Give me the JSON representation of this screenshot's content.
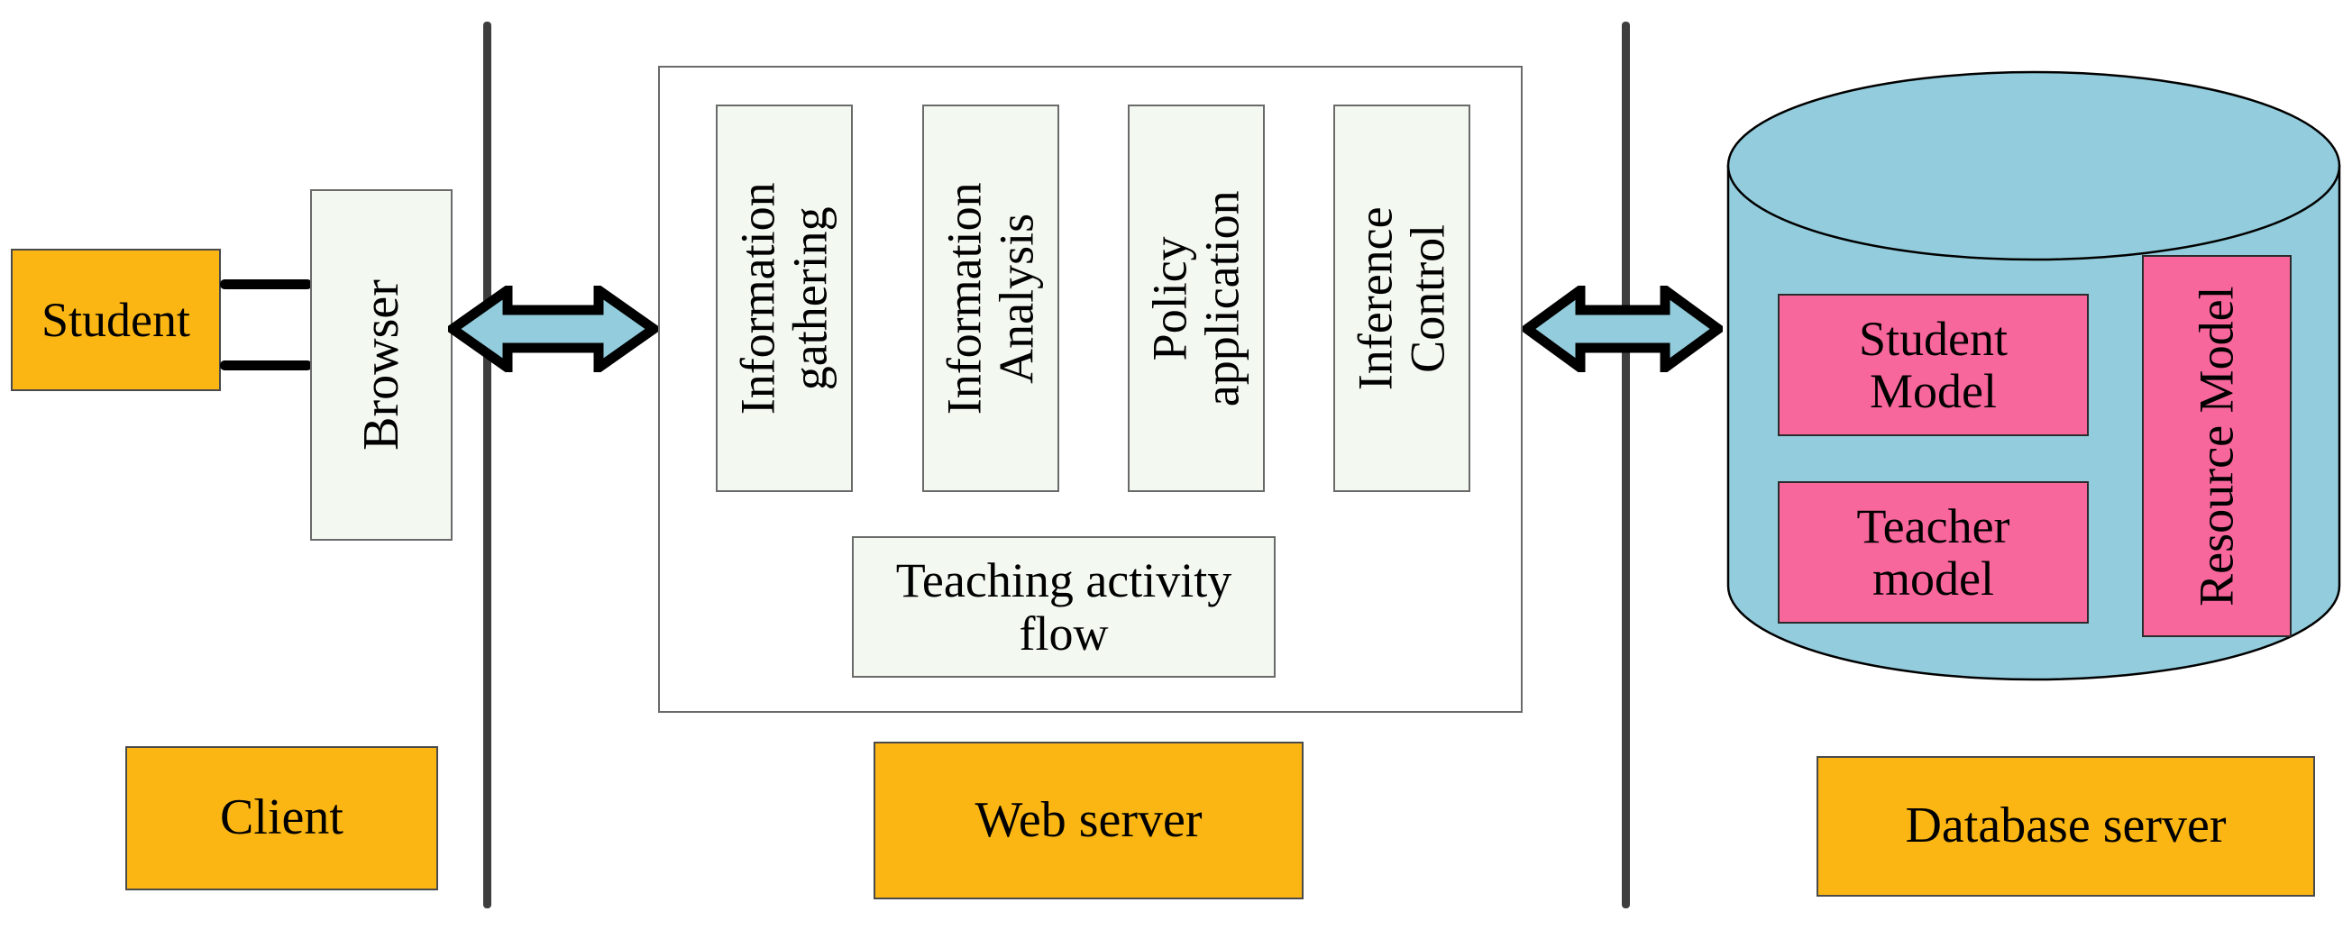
{
  "colors": {
    "accent_orange": "#FBB614",
    "accent_pink": "#F8679B",
    "accent_blue": "#93CDDD",
    "module_fill": "#F3F8F1",
    "line_dark": "#3E3E3E"
  },
  "client": {
    "student_label": "Student",
    "browser_label": "Browser",
    "section_label": "Client"
  },
  "web_server": {
    "section_label": "Web server",
    "modules": [
      {
        "line1": "Information",
        "line2": "gathering"
      },
      {
        "line1": "Information",
        "line2": "Analysis"
      },
      {
        "line1": "Policy",
        "line2": "application"
      },
      {
        "line1": "Inference",
        "line2": "Control"
      }
    ],
    "flow": {
      "line1": "Teaching activity",
      "line2": "flow"
    }
  },
  "database": {
    "section_label": "Database server",
    "models": [
      {
        "line1": "Student",
        "line2": "Model"
      },
      {
        "line1": "Teacher",
        "line2": "model"
      }
    ],
    "resource_label": "Resource Model"
  }
}
